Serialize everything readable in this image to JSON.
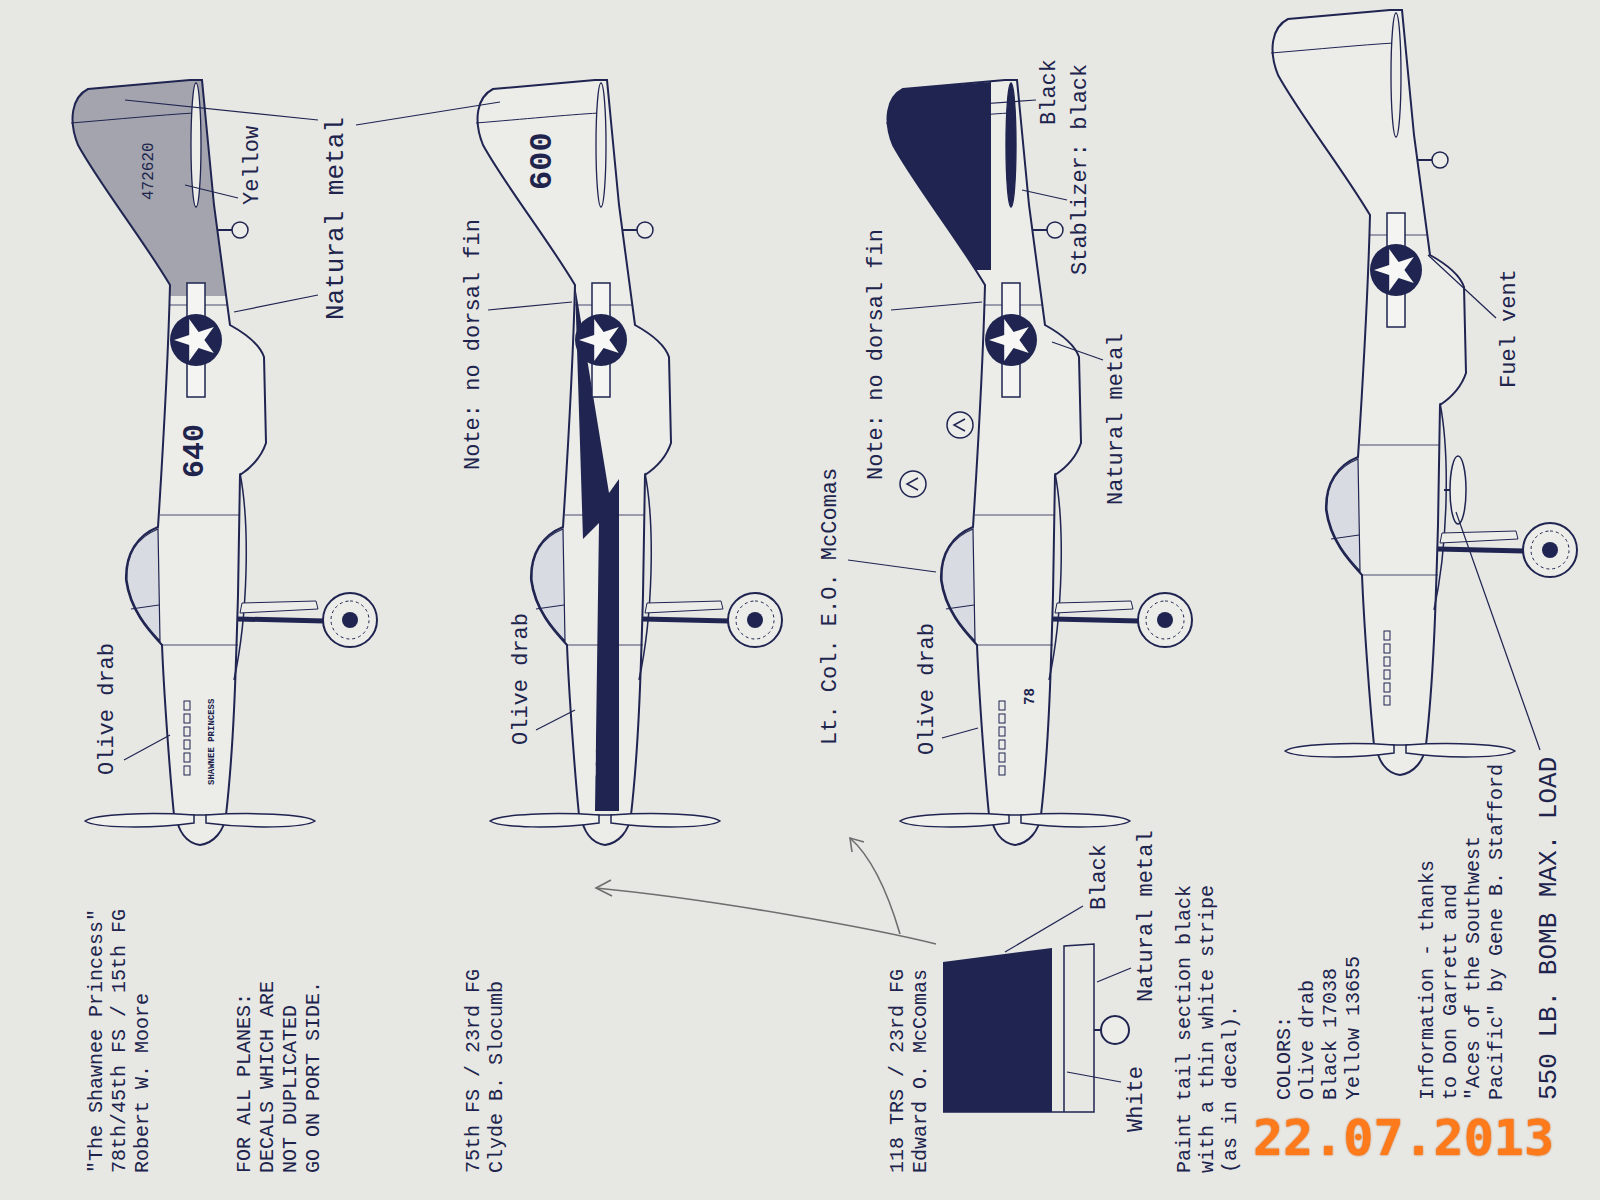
{
  "diagram": {
    "labels": [
      "\"The Shawnee Princess\"",
      "78th/45th FS / 15th FG",
      "Robert W. Moore",
      "FOR ALL PLANES:",
      "DECALS WHICH ARE",
      "NOT DUPLICATED",
      "GO ON PORT SIDE.",
      "75th FS / 23rd FG",
      "Clyde B. Slocumb",
      "118 TRS / 23rd FG",
      "Edward O. McComas",
      "Paint tail section black",
      "with a thin white stripe",
      "(as in decal).",
      "COLORS:",
      "Olive drab",
      "Black 17038",
      "Yellow 13655",
      "Information - thanks",
      "to Don Garrett and",
      "\"Aces of the Southwest",
      "Pacific\" by Gene B. Stafford",
      "Olive drab",
      "Yellow",
      "Natural metal",
      "640",
      "472620",
      "SHAWNEE PRINCESS",
      "Olive drab",
      "Note: no dorsal fin",
      "600",
      "Lt. Col. E.O. McComas",
      "Olive drab",
      "Note: no dorsal fin",
      "Natural metal",
      "Black",
      "Stablizer: black",
      "78",
      "Black",
      "White",
      "Natural metal",
      "Fuel vent",
      "550 LB. BOMB MAX. LOAD",
      "22.07.2013"
    ]
  }
}
